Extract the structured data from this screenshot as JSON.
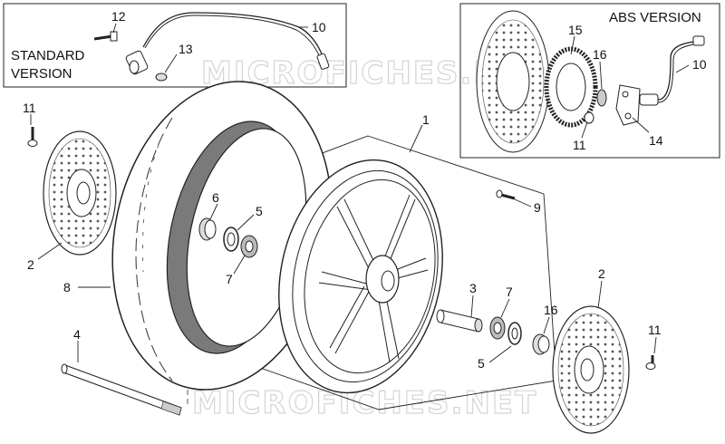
{
  "diagram": {
    "boxes": {
      "standard": {
        "title_line1": "STANDARD",
        "title_line2": "VERSION"
      },
      "abs": {
        "title": "ABS VERSION"
      }
    },
    "watermark": [
      "MICROFICHES.NET",
      "MICROFICHES.NET"
    ],
    "callouts": {
      "c12": "12",
      "c10a": "10",
      "c13": "13",
      "c15": "15",
      "c16a": "16",
      "c10b": "10",
      "c11a": "11",
      "c14": "14",
      "c11b": "11",
      "c1": "1",
      "c6": "6",
      "c5a": "5",
      "c7a": "7",
      "c9": "9",
      "c2a": "2",
      "c8": "8",
      "c3": "3",
      "c7b": "7",
      "c2b": "2",
      "c16b": "16",
      "c5b": "5",
      "c4": "4",
      "c11c": "11"
    }
  }
}
